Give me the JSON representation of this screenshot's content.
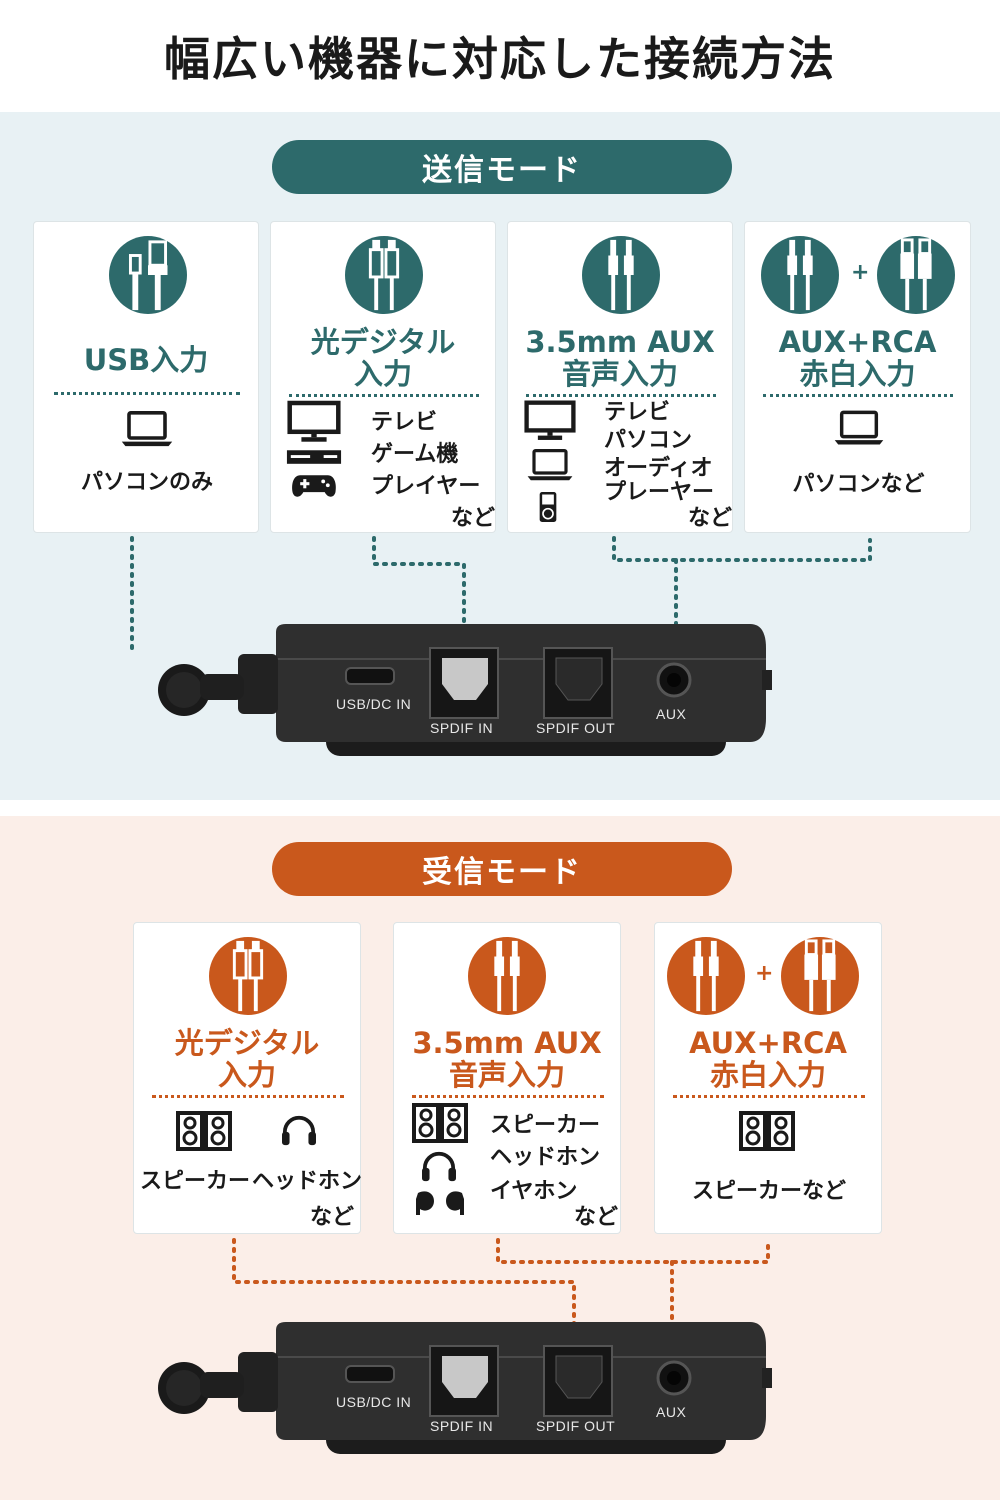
{
  "title": "幅広い機器に対応した接続方法",
  "colors": {
    "tx_accent": "#2d6a6b",
    "rx_accent": "#c9581c",
    "tx_bg": "#e8f1f4",
    "rx_bg": "#fbeee8"
  },
  "transmit": {
    "mode": "送信モード",
    "cards": [
      {
        "title": [
          "USB入力"
        ],
        "icons": [
          "usb-cable-icon"
        ],
        "items": [
          "パソコンのみ"
        ]
      },
      {
        "title": [
          "光デジタル",
          "入力"
        ],
        "icons": [
          "optical-cable-icon"
        ],
        "items": [
          "テレビ",
          "ゲーム機",
          "プレイヤー"
        ],
        "note": "など"
      },
      {
        "title": [
          "3.5mm AUX",
          "音声入力"
        ],
        "icons": [
          "aux-cable-icon"
        ],
        "items": [
          "テレビ",
          "パソコン",
          "オーディオ",
          "プレーヤー"
        ],
        "note": "など"
      },
      {
        "title": [
          "AUX+RCA",
          "赤白入力"
        ],
        "icons": [
          "aux-cable-icon",
          "rca-cable-icon"
        ],
        "plus": "+",
        "items": [
          "パソコンなど"
        ]
      }
    ]
  },
  "receive": {
    "mode": "受信モード",
    "cards": [
      {
        "title": [
          "光デジタル",
          "入力"
        ],
        "icons": [
          "optical-cable-icon"
        ],
        "items": [
          "スピーカー",
          "ヘッドホン"
        ],
        "note": "など"
      },
      {
        "title": [
          "3.5mm AUX",
          "音声入力"
        ],
        "icons": [
          "aux-cable-icon"
        ],
        "items": [
          "スピーカー",
          "ヘッドホン",
          "イヤホン"
        ],
        "note": "など"
      },
      {
        "title": [
          "AUX+RCA",
          "赤白入力"
        ],
        "icons": [
          "aux-cable-icon",
          "rca-cable-icon"
        ],
        "plus": "+",
        "items": [
          "スピーカーなど"
        ]
      }
    ]
  },
  "device_ports": [
    "USB/DC IN",
    "SPDIF IN",
    "SPDIF OUT",
    "AUX"
  ]
}
